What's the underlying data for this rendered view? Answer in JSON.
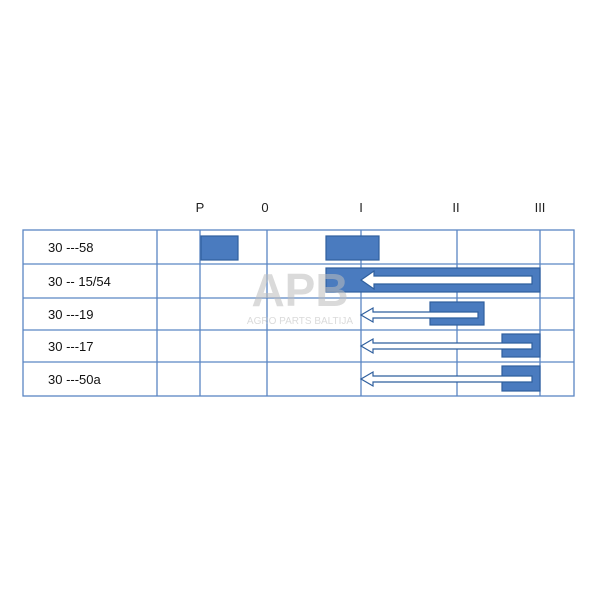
{
  "headers": [
    "P",
    "0",
    "I",
    "II",
    "III"
  ],
  "rows": [
    {
      "label": "30 ---58"
    },
    {
      "label": "30 -- 15/54"
    },
    {
      "label": "30 ---19"
    },
    {
      "label": "30 ---17"
    },
    {
      "label": "30 ---50a"
    }
  ],
  "watermark": {
    "logo": "APB",
    "text": "AGRO PARTS BALTIJA"
  },
  "colors": {
    "fill": "#4a7bbf",
    "stroke": "#2f5f9e",
    "grid": "#5b86c4",
    "watermark": "#bdbdbd"
  }
}
